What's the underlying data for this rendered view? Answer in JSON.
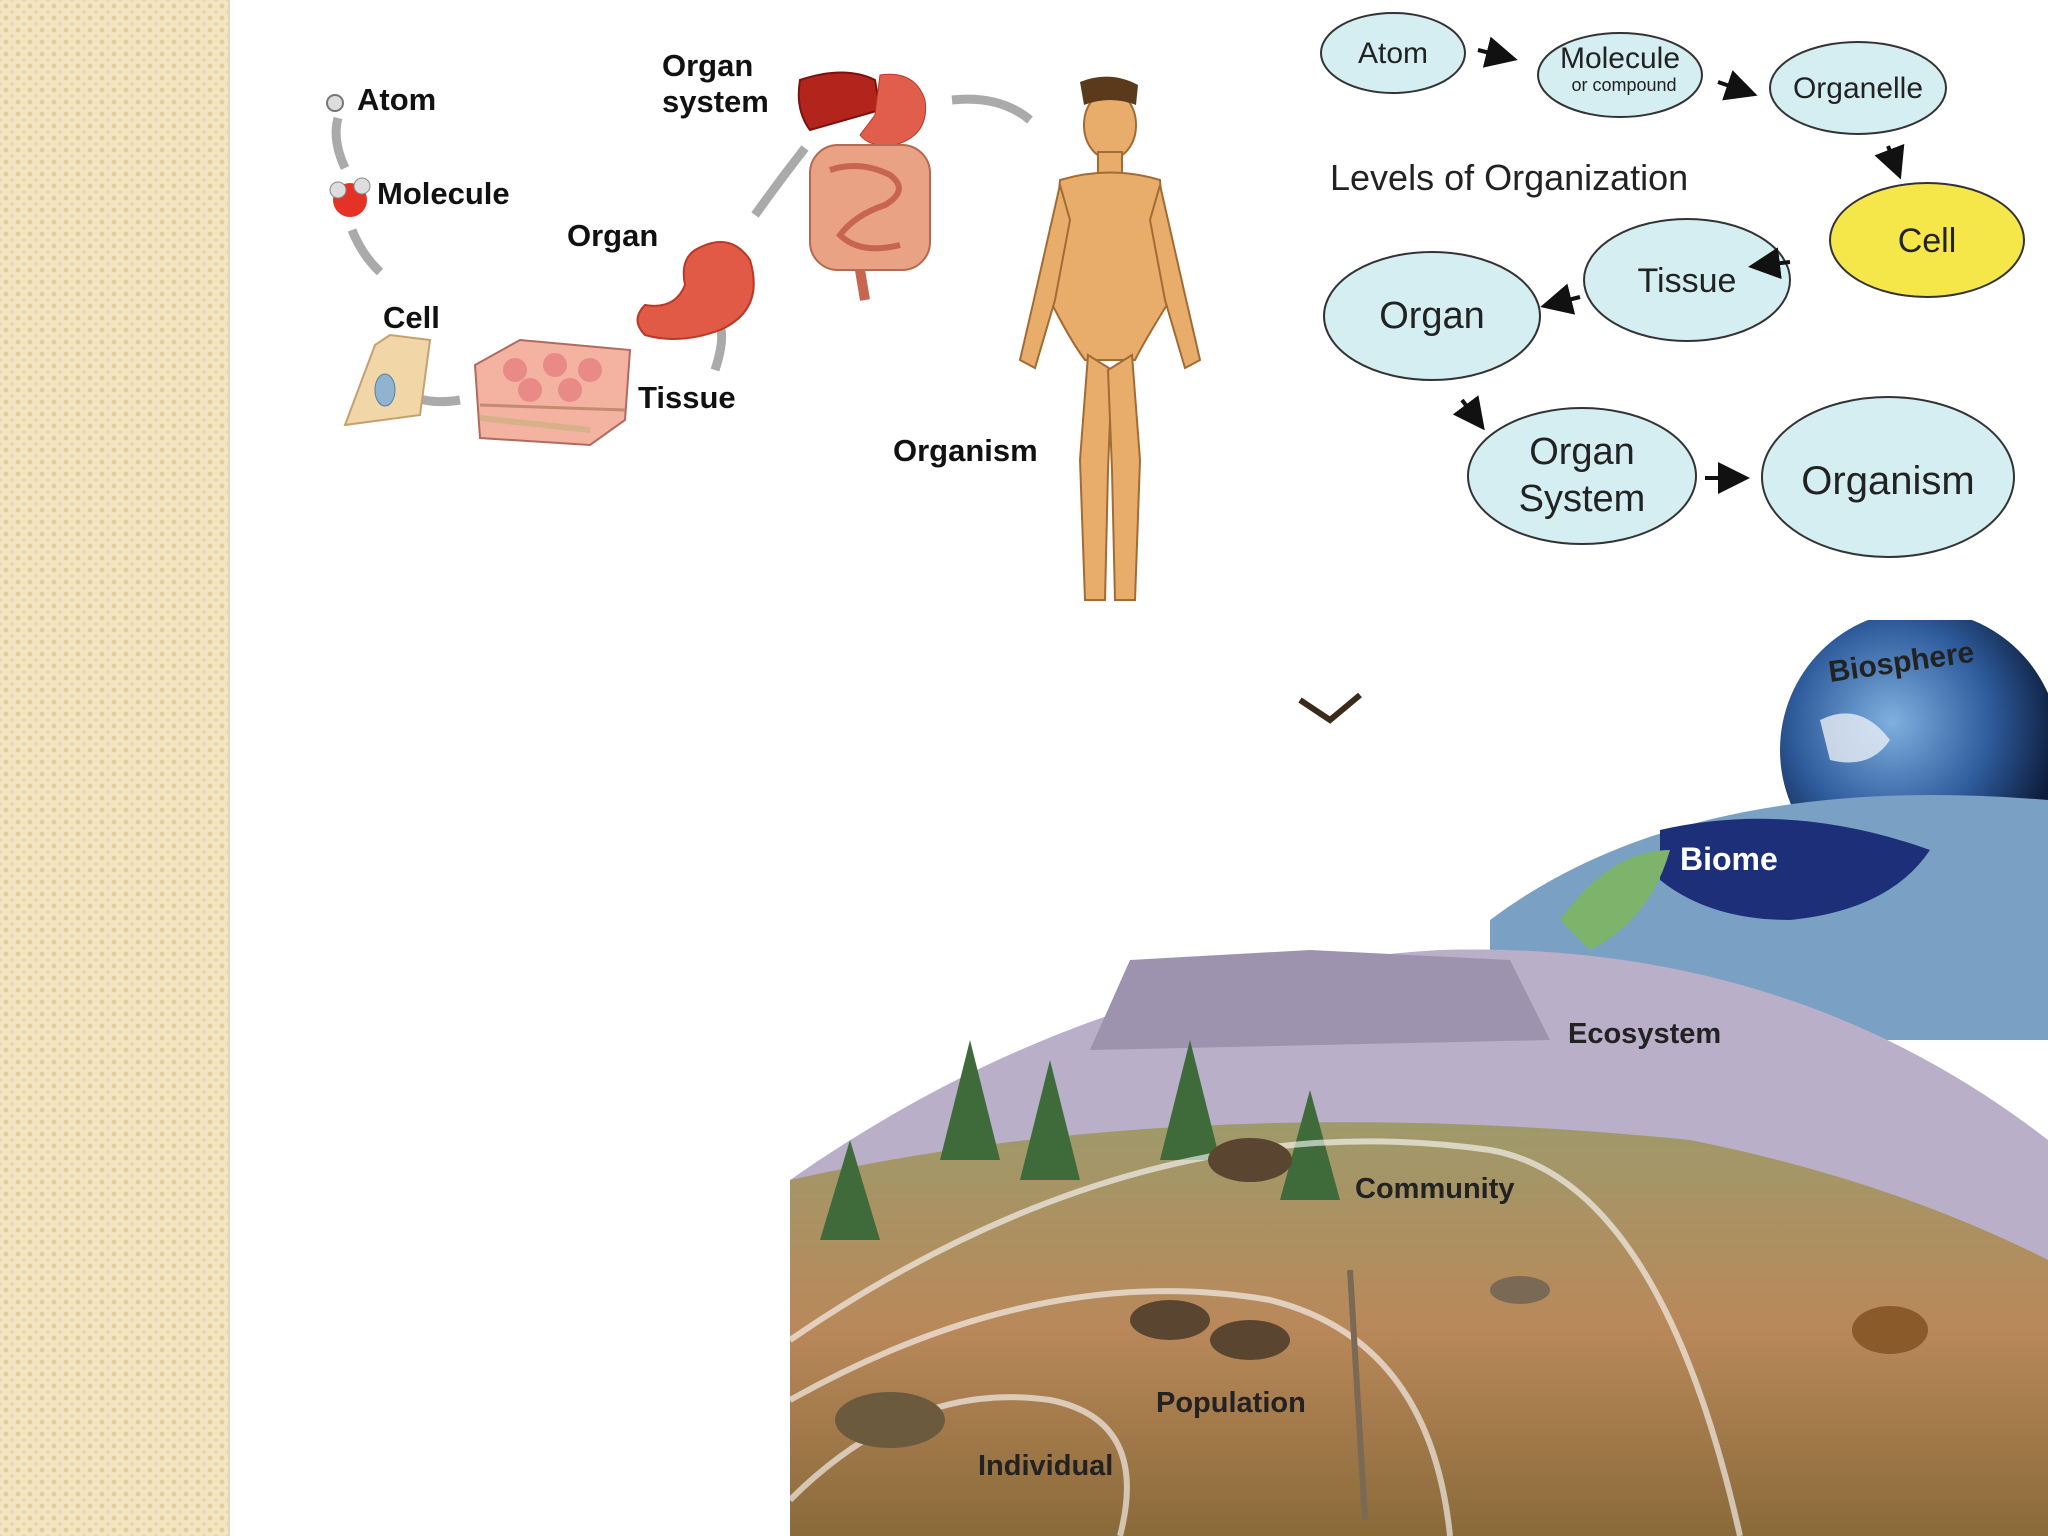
{
  "left_diagram": {
    "atom": "Atom",
    "molecule": "Molecule",
    "cell": "Cell",
    "tissue": "Tissue",
    "organ": "Organ",
    "organ_system_line1": "Organ",
    "organ_system_line2": "system",
    "organism": "Organism"
  },
  "flowchart": {
    "title": "Levels of Organization",
    "atom": "Atom",
    "molecule": "Molecule",
    "molecule_sub": "or compound",
    "organelle": "Organelle",
    "cell": "Cell",
    "tissue": "Tissue",
    "organ": "Organ",
    "organ_system_line1": "Organ",
    "organ_system_line2": "System",
    "organism": "Organism"
  },
  "ecology": {
    "biosphere": "Biosphere",
    "biome": "Biome",
    "ecosystem": "Ecosystem",
    "community": "Community",
    "population": "Population",
    "individual": "Individual"
  },
  "colors": {
    "sidebar": "#f3e4c2",
    "bubble_fill": "#d4eef2",
    "cell_fill": "#f5e64a",
    "organ_red": "#e05a45"
  }
}
